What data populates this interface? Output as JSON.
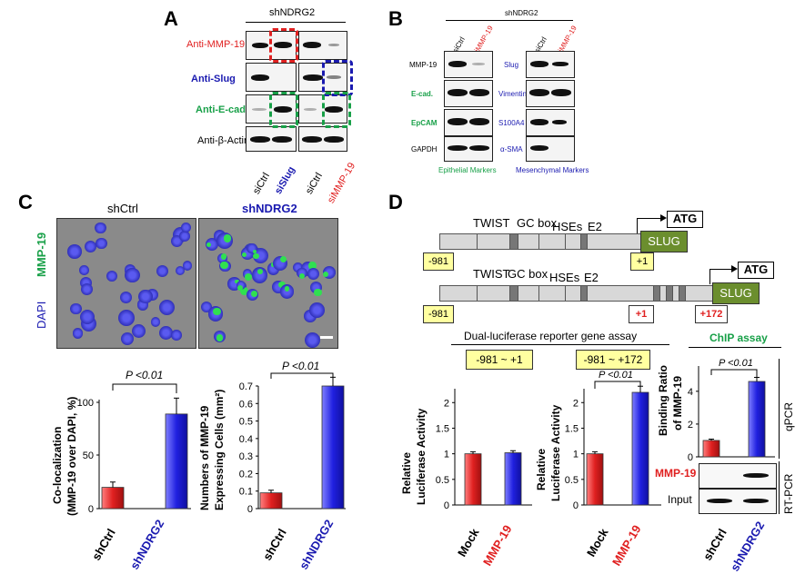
{
  "panel_letters": {
    "a": "A",
    "b": "B",
    "c": "C",
    "d": "D"
  },
  "panel_a": {
    "group_label": "shNDRG2",
    "rows": [
      "Anti-MMP-19",
      "Anti-Slug",
      "Anti-E-cad.",
      "Anti-β-Actin"
    ],
    "lanes": [
      "siCtrl",
      "siSlug",
      "siCtrl",
      "siMMP-19"
    ],
    "colors": {
      "red": "#e02020",
      "blue": "#1a1ab0",
      "green": "#18a048"
    }
  },
  "panel_b": {
    "group_label": "shNDRG2",
    "lanes": [
      "siCtrl",
      "siMMP-19",
      "siCtrl",
      "siMMP-19"
    ],
    "left_rows": [
      "MMP-19",
      "E-cad.",
      "EpCAM",
      "GAPDH"
    ],
    "right_rows": [
      "Slug",
      "Vimentin",
      "S100A4",
      "α-SMA"
    ],
    "left_footer": "Epithelial Markers",
    "right_footer": "Mesenchymal Markers"
  },
  "panel_c": {
    "micro_left_title": "shCtrl",
    "micro_right_title": "shNDRG2",
    "stain_top": "MMP-19",
    "stain_bottom": "DAPI",
    "chart_left": {
      "ylabel_1": "Co-localization",
      "ylabel_2": "(MMP-19 over DAPI, %)",
      "sig": "P <0.01",
      "ticks": [
        "0",
        "50",
        "100"
      ]
    },
    "chart_right": {
      "ylabel_1": "Numbers of MMP-19",
      "ylabel_2": "Expressing Cells (mm²)",
      "sig": "P <0.01",
      "ticks": [
        "0",
        "0.1",
        "0.2",
        "0.3",
        "0.4",
        "0.5",
        "0.6",
        "0.7"
      ]
    }
  },
  "panel_d": {
    "elements_top": [
      "TWIST",
      "GC box",
      "HSEs",
      "E2"
    ],
    "elements_bottom": [
      "TWIST",
      "GC box",
      "HSEs",
      "E2"
    ],
    "atg": "ATG",
    "slug": "SLUG",
    "pos_981": "-981",
    "pos_plus1": "+1",
    "pos_plus172": "+172",
    "assay_title": "Dual-luciferase reporter gene assay",
    "construct_1": "-981 ~ +1",
    "construct_2": "-981 ~ +172",
    "chip_title": "ChIP assay",
    "luc_ylabel_1": "Relative",
    "luc_ylabel_2": "Luciferase Activity",
    "luc_ticks": [
      "0",
      "0.5",
      "1",
      "1.5",
      "2"
    ],
    "chip_ylabel_1": "Binding Ratio",
    "chip_ylabel_2": "of MMP-19",
    "chip_ticks": [
      "0",
      "2",
      "4"
    ],
    "sig": "P <0.01",
    "qpcr": "qPCR",
    "rtpcr": "RT-PCR",
    "mmp19_row": "MMP-19",
    "input_row": "Input"
  },
  "chart_data": [
    {
      "type": "bar",
      "categories": [
        "shCtrl",
        "shNDRG2"
      ],
      "values": [
        20,
        89
      ],
      "errors": [
        5,
        15
      ],
      "ylim": [
        0,
        110
      ],
      "ylabel": "Co-localization (MMP-19 over DAPI, %)"
    },
    {
      "type": "bar",
      "categories": [
        "shCtrl",
        "shNDRG2"
      ],
      "values": [
        0.09,
        0.7
      ],
      "errors": [
        0.015,
        0.05
      ],
      "ylim": [
        0,
        0.78
      ],
      "ylabel": "Numbers of MMP-19 Expressing Cells (mm²)"
    },
    {
      "type": "bar",
      "categories": [
        "Mock",
        "MMP-19"
      ],
      "values": [
        1.0,
        1.02
      ],
      "errors": [
        0.04,
        0.04
      ],
      "ylim": [
        0,
        2.4
      ],
      "title": "-981 ~ +1",
      "ylabel": "Relative Luciferase Activity"
    },
    {
      "type": "bar",
      "categories": [
        "Mock",
        "MMP-19"
      ],
      "values": [
        1.0,
        2.2
      ],
      "errors": [
        0.04,
        0.12
      ],
      "ylim": [
        0,
        2.4
      ],
      "title": "-981 ~ +172",
      "ylabel": "Relative Luciferase Activity"
    },
    {
      "type": "bar",
      "categories": [
        "shCtrl",
        "shNDRG2"
      ],
      "values": [
        1.0,
        4.6
      ],
      "errors": [
        0.08,
        0.25
      ],
      "ylim": [
        0,
        5.6
      ],
      "title": "ChIP assay",
      "ylabel": "Binding Ratio of MMP-19"
    }
  ]
}
